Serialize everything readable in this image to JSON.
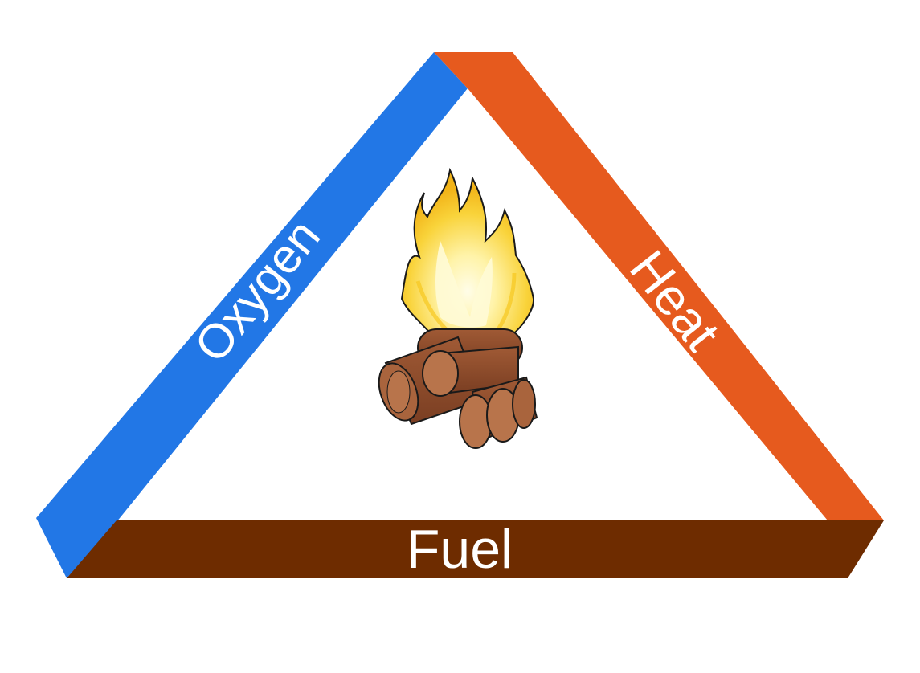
{
  "diagram": {
    "labels": {
      "oxygen": "Oxygen",
      "heat": "Heat",
      "fuel": "Fuel"
    },
    "colors": {
      "oxygen": "#2277E6",
      "heat": "#E65A1E",
      "fuel": "#6E2C00",
      "text": "#FFFFFF",
      "background": "#FFFFFF",
      "log": "#8B4A2B",
      "log_end": "#B8744B",
      "flame_outer": "#F7C81F",
      "flame_inner": "#FFF3A8",
      "outline": "#1A1A1A"
    },
    "icons": {
      "center": "campfire-icon"
    }
  }
}
